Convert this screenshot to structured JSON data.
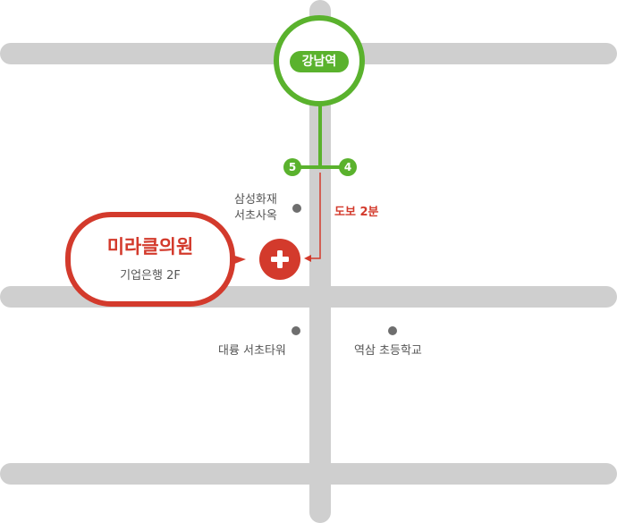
{
  "station": {
    "name": "강남역"
  },
  "exits": [
    {
      "number": "5"
    },
    {
      "number": "4"
    }
  ],
  "walk": {
    "label": "도보 2분"
  },
  "clinic": {
    "name": "미라클의원",
    "detail": "기업은행 2F"
  },
  "landmarks": [
    {
      "line1": "삼성화재",
      "line2": "서초사옥"
    },
    {
      "label": "대륭 서초타워"
    },
    {
      "label": "역삼 초등학교"
    }
  ],
  "colors": {
    "road": "#cfcfcf",
    "subway": "#5ab22d",
    "clinic_red": "#d33a2c",
    "dot": "#6e6e6e",
    "text": "#555555"
  },
  "icons": {
    "clinic_marker": "medical-cross-icon"
  }
}
